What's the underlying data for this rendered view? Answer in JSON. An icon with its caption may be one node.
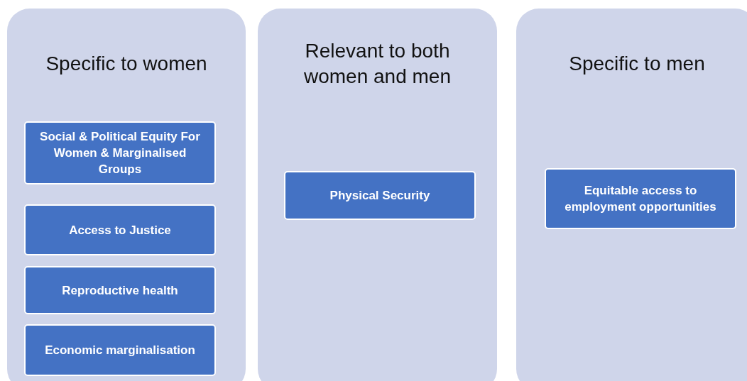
{
  "diagram": {
    "nodes": [
      {
        "text": [
          "Specific to women"
        ]
      },
      {
        "text": [
          "Social & Political Equity For Women & Marginalised Groups"
        ],
        "in": 0
      },
      {
        "text": [
          "Access to Justice"
        ],
        "in": 0
      },
      {
        "text": [
          "Reproductive health"
        ],
        "in": 0
      },
      {
        "text": [
          "Economic marginalisation"
        ],
        "in": 0
      },
      {
        "text": [
          "Relevant to both women and men"
        ]
      },
      {
        "text": [
          "Physical Security"
        ],
        "in": 5
      },
      {
        "text": [
          "Specific to men"
        ]
      },
      {
        "text": [
          "Equitable access to employment opportunities"
        ],
        "in": 7
      }
    ]
  }
}
